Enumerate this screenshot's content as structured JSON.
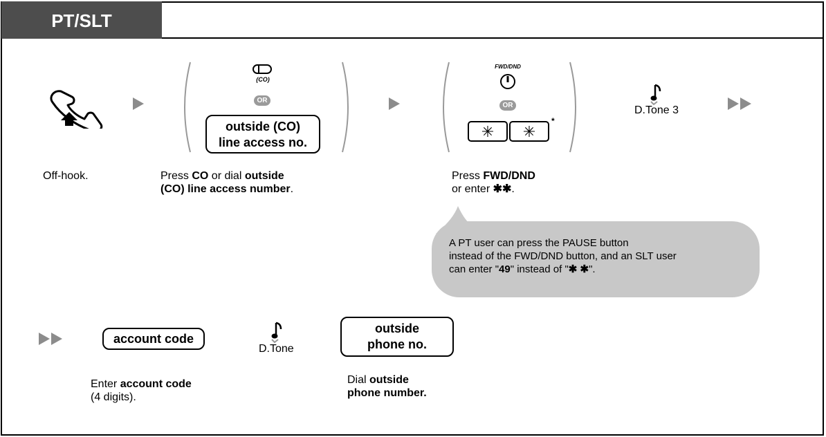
{
  "header": {
    "title": "PT/SLT"
  },
  "steps": {
    "offhook": {
      "caption": "Off-hook.",
      "icon": "handset-offhook-icon"
    },
    "co": {
      "key_label": "(CO)",
      "or": "OR",
      "box_line1": "outside (CO)",
      "box_line2": "line access no.",
      "cap_a": "Press ",
      "cap_b": "CO",
      "cap_c": " or dial ",
      "cap_d": "outside",
      "cap_e": "(CO) line access number",
      "cap_f": "."
    },
    "fwd": {
      "key_label": "FWD/DND",
      "or": "OR",
      "star1": "✳",
      "star2": "✳",
      "asterisk_note": "*",
      "cap_a": "Press ",
      "cap_b": "FWD/DND",
      "cap_c": "or enter ",
      "cap_d": "✱✱",
      "cap_e": "."
    },
    "tone3": {
      "label": "D.Tone 3",
      "icon": "music-note-icon"
    },
    "account": {
      "box": "account code",
      "cap_a": "Enter ",
      "cap_b": "account code",
      "cap_c": "(4 digits)."
    },
    "tone": {
      "label": "D.Tone",
      "icon": "music-note-icon"
    },
    "phone": {
      "box_line1": "outside",
      "box_line2": "phone no.",
      "cap_a": "Dial ",
      "cap_b": "outside",
      "cap_c": "phone number."
    }
  },
  "note": {
    "line1": "A PT user can press the PAUSE button",
    "line2": "instead of the FWD/DND button, and an SLT user",
    "line3a": "can enter \"",
    "line3b": "49",
    "line3c": "\" instead of \"",
    "line3d": "✱ ✱",
    "line3e": "\"."
  },
  "colors": {
    "header_bg": "#4d4d4d",
    "bubble": "#c8c8c8",
    "arrow": "#8c8c8c",
    "or_badge": "#9a9a9a"
  }
}
